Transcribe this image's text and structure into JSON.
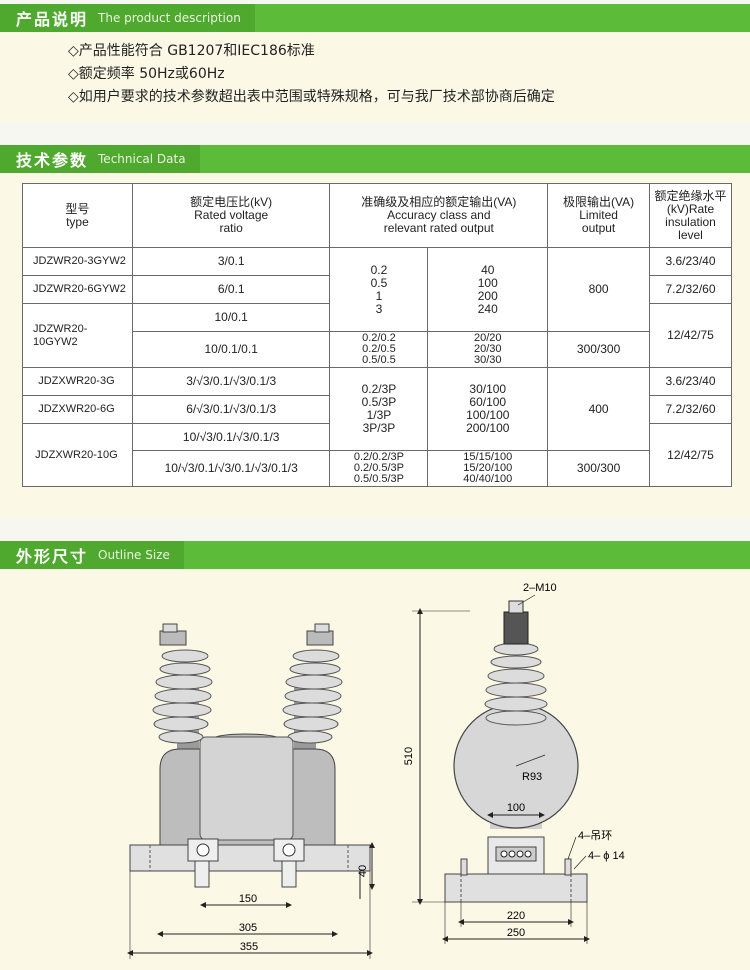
{
  "sections": {
    "description": {
      "cn": "产品说明",
      "en": "The product description"
    },
    "technical": {
      "cn": "技术参数",
      "en": "Technical Data"
    },
    "outline": {
      "cn": "外形尺寸",
      "en": "Outline Size"
    }
  },
  "description_items": [
    "◇产品性能符合 GB1207和IEC186标准",
    "◇额定频率 50Hz或60Hz",
    "◇如用户要求的技术参数超出表中范围或特殊规格，可与我厂技术部协商后确定"
  ],
  "table": {
    "headers": {
      "type_cn": "型号",
      "type_en": "type",
      "ratio_cn": "额定电压比(kV)",
      "ratio_en1": "Rated voltage",
      "ratio_en2": "ratio",
      "acc_cn": "准确级及相应的额定输出(VA)",
      "acc_en1": "Accuracy class and",
      "acc_en2": "relevant rated output",
      "limit_cn": "极限输出(VA)",
      "limit_en1": "Limited",
      "limit_en2": "output",
      "ins_cn": "额定绝缘水平",
      "ins_en1": "(kV)Rate",
      "ins_en2": "insulation  level"
    },
    "types": [
      "JDZWR20-3GYW2",
      "JDZWR20-6GYW2",
      "JDZWR20-10GYW2",
      "JDZXWR20-3G",
      "JDZXWR20-6G",
      "JDZXWR20-10G"
    ],
    "ratios": [
      "3/0.1",
      "6/0.1",
      "10/0.1",
      "10/0.1/0.1",
      "3/√3/0.1/√3/0.1/3",
      "6/√3/0.1/√3/0.1/3",
      "10/√3/0.1/√3/0.1/3",
      "10/√3/0.1/√3/0.1/√3/0.1/3"
    ],
    "acc_classes_a": [
      "0.2",
      "0.5",
      "1",
      "3"
    ],
    "acc_outputs_a": [
      "40",
      "100",
      "200",
      "240"
    ],
    "acc_classes_b": [
      "0.2/0.2",
      "0.2/0.5",
      "0.5/0.5"
    ],
    "acc_outputs_b": [
      "20/20",
      "20/30",
      "30/30"
    ],
    "acc_classes_c": [
      "0.2/3P",
      "0.5/3P",
      "1/3P",
      "3P/3P"
    ],
    "acc_outputs_c": [
      "30/100",
      "60/100",
      "100/100",
      "200/100"
    ],
    "acc_classes_d": [
      "0.2/0.2/3P",
      "0.2/0.5/3P",
      "0.5/0.5/3P"
    ],
    "acc_outputs_d": [
      "15/15/100",
      "15/20/100",
      "40/40/100"
    ],
    "limits": [
      "800",
      "300/300",
      "400",
      "300/300"
    ],
    "insulation": [
      "3.6/23/40",
      "7.2/32/60",
      "12/42/75",
      "3.6/23/40",
      "7.2/32/60",
      "12/42/75"
    ]
  },
  "drawing": {
    "dim_150": "150",
    "dim_305": "305",
    "dim_355": "355",
    "dim_40": "40",
    "dim_220": "220",
    "dim_250": "250",
    "dim_510": "510",
    "dim_100": "100",
    "label_m10": "2–M10",
    "label_r93": "R93",
    "label_ring": "4–吊环",
    "label_hole": "4– ϕ 14"
  },
  "colors": {
    "band": "#5dbb3a",
    "band_tab": "#4fa92e",
    "panel": "#fbf9e6"
  }
}
